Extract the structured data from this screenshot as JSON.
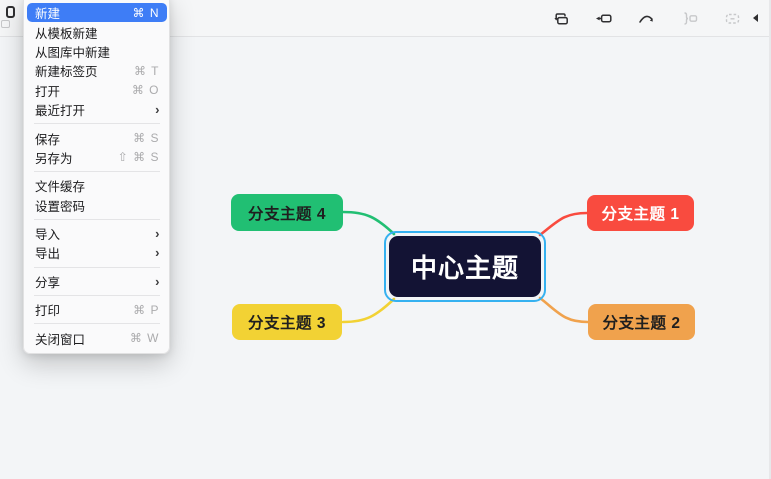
{
  "menu": {
    "submenu_glyph": "›",
    "items": [
      {
        "label": "新建",
        "shortcut": "⌘ N",
        "highlighted": true,
        "has_submenu": false
      },
      {
        "label": "从模板新建",
        "shortcut": "",
        "highlighted": false,
        "has_submenu": false
      },
      {
        "label": "从图库中新建",
        "shortcut": "",
        "highlighted": false,
        "has_submenu": false
      },
      {
        "label": "新建标签页",
        "shortcut": "⌘ T",
        "highlighted": false,
        "has_submenu": false
      },
      {
        "label": "打开",
        "shortcut": "⌘ O",
        "highlighted": false,
        "has_submenu": false
      },
      {
        "label": "最近打开",
        "shortcut": "",
        "highlighted": false,
        "has_submenu": true
      },
      {
        "label": "保存",
        "shortcut": "⌘ S",
        "highlighted": false,
        "has_submenu": false
      },
      {
        "label": "另存为",
        "shortcut": "⇧ ⌘ S",
        "highlighted": false,
        "has_submenu": false
      },
      {
        "label": "文件缓存",
        "shortcut": "",
        "highlighted": false,
        "has_submenu": false
      },
      {
        "label": "设置密码",
        "shortcut": "",
        "highlighted": false,
        "has_submenu": false
      },
      {
        "label": "导入",
        "shortcut": "",
        "highlighted": false,
        "has_submenu": true
      },
      {
        "label": "导出",
        "shortcut": "",
        "highlighted": false,
        "has_submenu": true
      },
      {
        "label": "分享",
        "shortcut": "",
        "highlighted": false,
        "has_submenu": true
      },
      {
        "label": "打印",
        "shortcut": "⌘ P",
        "highlighted": false,
        "has_submenu": false
      },
      {
        "label": "关闭窗口",
        "shortcut": "⌘ W",
        "highlighted": false,
        "has_submenu": false
      }
    ],
    "highlight_color": "#3e7df6"
  },
  "toolbar": {
    "icons": [
      {
        "name": "insert-subtopic-icon",
        "enabled": true
      },
      {
        "name": "insert-topic-before-icon",
        "enabled": true
      },
      {
        "name": "relationship-icon",
        "enabled": true
      },
      {
        "name": "summary-icon",
        "enabled": false
      },
      {
        "name": "boundary-icon",
        "enabled": false
      }
    ]
  },
  "mindmap": {
    "central": {
      "label": "中心主题",
      "bg": "#131334",
      "text_color": "#ffffff",
      "selected": true,
      "selection_color": "#35b1f0"
    },
    "branches": [
      {
        "label": "分支主题 1",
        "color": "#f94b3f",
        "text_color": "#ffffff",
        "position": "top-right"
      },
      {
        "label": "分支主题 2",
        "color": "#f0a24d",
        "text_color": "#1f1f1f",
        "position": "bottom-right"
      },
      {
        "label": "分支主题 3",
        "color": "#f2d234",
        "text_color": "#1f1f1f",
        "position": "bottom-left"
      },
      {
        "label": "分支主题 4",
        "color": "#21bf73",
        "text_color": "#1f1f1f",
        "position": "top-left"
      }
    ]
  },
  "colors": {
    "canvas_bg": "#f3f5f7",
    "toolbar_bg": "#f5f6f7",
    "menu_bg": "#fafafb"
  }
}
